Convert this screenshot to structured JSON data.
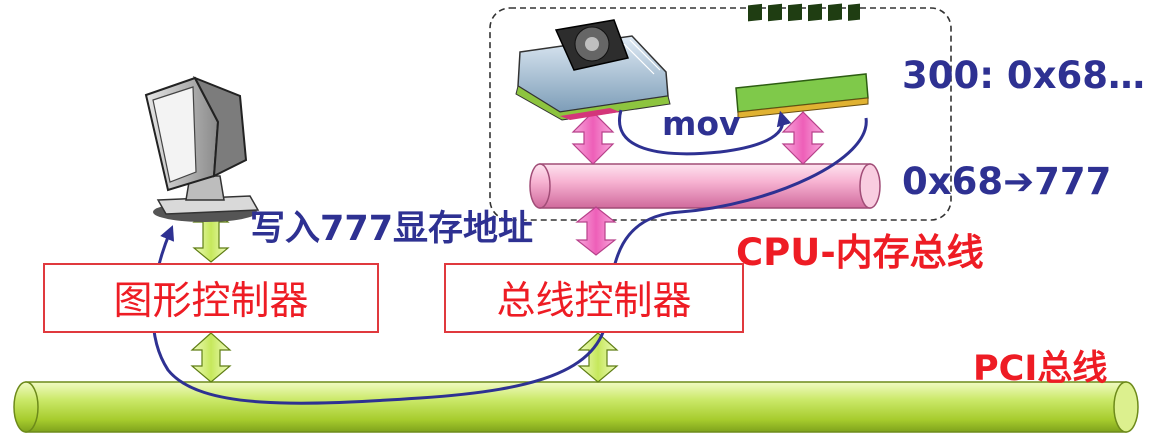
{
  "diagram": {
    "memory_value": "300: 0x68…",
    "mapping": "0x68➔777",
    "instruction": "mov",
    "write_label": "写入777显存地址",
    "cpu_mem_bus": "CPU-内存总线",
    "graphics_controller": "图形控制器",
    "bus_controller": "总线控制器",
    "pci_bus": "PCI总线"
  },
  "colors": {
    "navy": "#2e3192",
    "red": "#ee1c24",
    "pink_bus": "#f4a0c4",
    "green_bus": "#b5dd3a",
    "pink_arrow": "#f26dbf",
    "green_arrow": "#d8f08a",
    "flow_line": "#2e3192"
  },
  "icons": [
    "computer-monitor-icon",
    "cpu-chip-icon",
    "memory-module-icon"
  ]
}
